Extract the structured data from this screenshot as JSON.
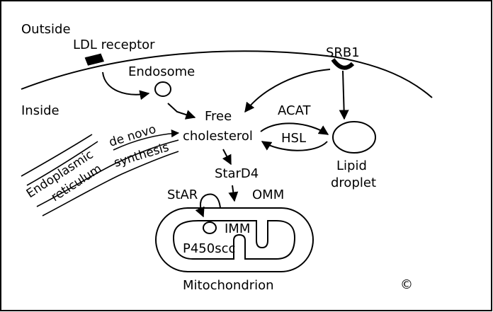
{
  "labels": {
    "outside": "Outside",
    "inside": "Inside",
    "ldl_receptor": "LDL receptor",
    "srb1": "SRB1",
    "endosome": "Endosome",
    "free": "Free",
    "cholesterol": "cholesterol",
    "acat": "ACAT",
    "hsl": "HSL",
    "lipid": "Lipid",
    "droplet": "droplet",
    "de_novo": "de novo",
    "synthesis": "synthesis",
    "er_line1": "Endoplasmic",
    "er_line2": "reticulum",
    "stard4": "StarD4",
    "star": "StAR",
    "omm": "OMM",
    "imm": "IMM",
    "p450scc": "P450scc",
    "mitochondrion": "Mitochondrion",
    "copyright": "©"
  }
}
